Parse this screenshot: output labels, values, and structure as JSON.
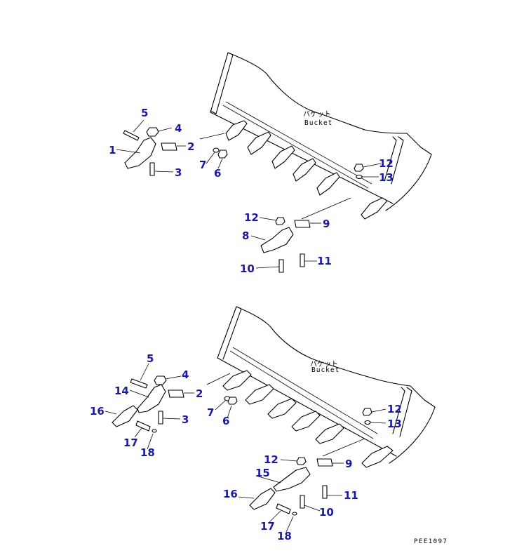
{
  "upper_view": {
    "label_jp": "バケット",
    "label_en": "Bucket",
    "callouts": [
      "1",
      "2",
      "3",
      "4",
      "5",
      "6",
      "7",
      "8",
      "9",
      "10",
      "11",
      "12",
      "12",
      "13"
    ]
  },
  "lower_view": {
    "label_jp": "バケット",
    "label_en": "Bucket",
    "callouts": [
      "2",
      "3",
      "4",
      "5",
      "6",
      "7",
      "9",
      "10",
      "11",
      "12",
      "12",
      "13",
      "14",
      "15",
      "16",
      "16",
      "17",
      "17",
      "18",
      "18"
    ]
  },
  "drawing_code": "PEE1097",
  "colors": {
    "callout": "#1a1aa0",
    "line": "#000000"
  }
}
